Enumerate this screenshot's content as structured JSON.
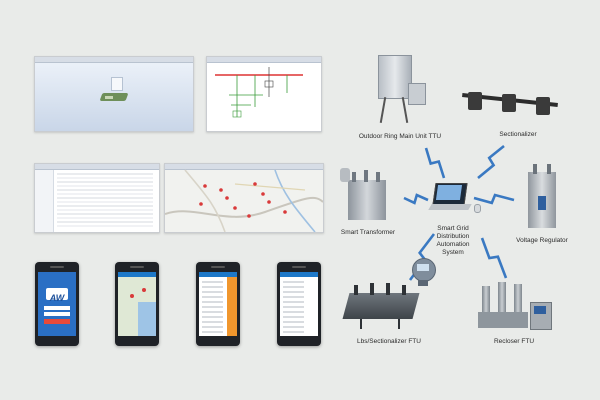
{
  "labels": {
    "ttu": "Outdoor Ring Main Unit TTU",
    "sectionalizer": "Sectionalizer",
    "transformer": "Smart Transformer",
    "center_line1": "Smart Grid",
    "center_line2": "Distribution",
    "center_line3": "Automation",
    "center_line4": "System",
    "regulator": "Voltage Regulator",
    "lbs": "Lbs/Sectionalizer FTU",
    "recloser": "Recloser FTU"
  },
  "phone_login": {
    "logo": "AW"
  },
  "colors": {
    "bolt": "#3a79c2",
    "background": "#e9ebe9",
    "map_marker": "#d93a3a",
    "phone_header": "#1d78c8",
    "accent_orange": "#f0962d"
  }
}
